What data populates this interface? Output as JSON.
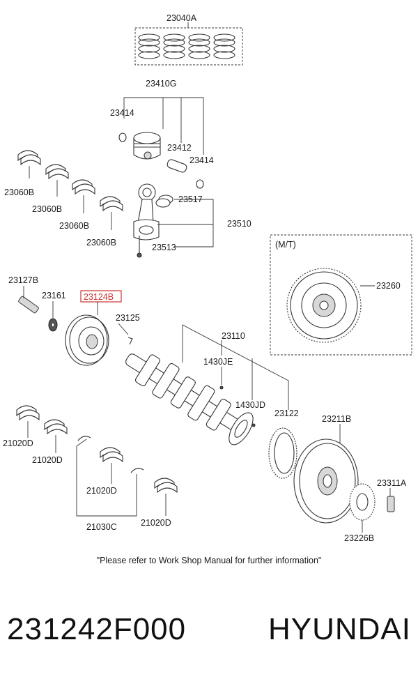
{
  "diagram": {
    "labels": {
      "p23040A": "23040A",
      "p23410G": "23410G",
      "p23414a": "23414",
      "p23412": "23412",
      "p23414b": "23414",
      "p23060B_1": "23060B",
      "p23060B_2": "23060B",
      "p23060B_3": "23060B",
      "p23060B_4": "23060B",
      "p23517": "23517",
      "p23510": "23510",
      "p23513": "23513",
      "mt": "(M/T)",
      "p23260": "23260",
      "p23127B": "23127B",
      "p23161": "23161",
      "p23124B": "23124B",
      "p23125": "23125",
      "p23110": "23110",
      "p1430JE": "1430JE",
      "p1430JD": "1430JD",
      "p23122": "23122",
      "p23211B": "23211B",
      "p23311A": "23311A",
      "p23226B": "23226B",
      "p21020D_1": "21020D",
      "p21020D_2": "21020D",
      "p21020D_3": "21020D",
      "p21020D_4": "21020D",
      "p21030C": "21030C"
    },
    "highlight_color": "#cc3333",
    "note": "\"Please refer to Work Shop Manual for further information\""
  },
  "footer": {
    "part_number": "231242F000",
    "brand": "HYUNDAI"
  }
}
